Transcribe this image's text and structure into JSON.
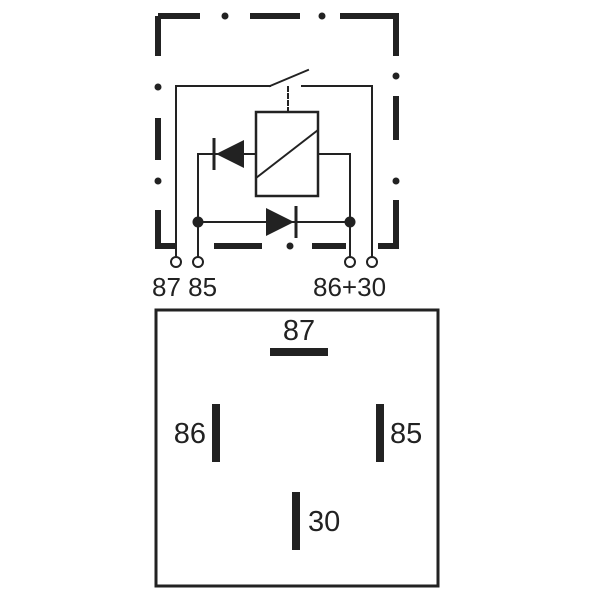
{
  "schematic": {
    "pin_labels": {
      "left": "87 85",
      "right": "86+30"
    }
  },
  "footprint": {
    "terminals": {
      "t87": "87",
      "t86": "86",
      "t85": "85",
      "t30": "30"
    }
  },
  "colors": {
    "ink": "#222222",
    "background": "#ffffff"
  }
}
